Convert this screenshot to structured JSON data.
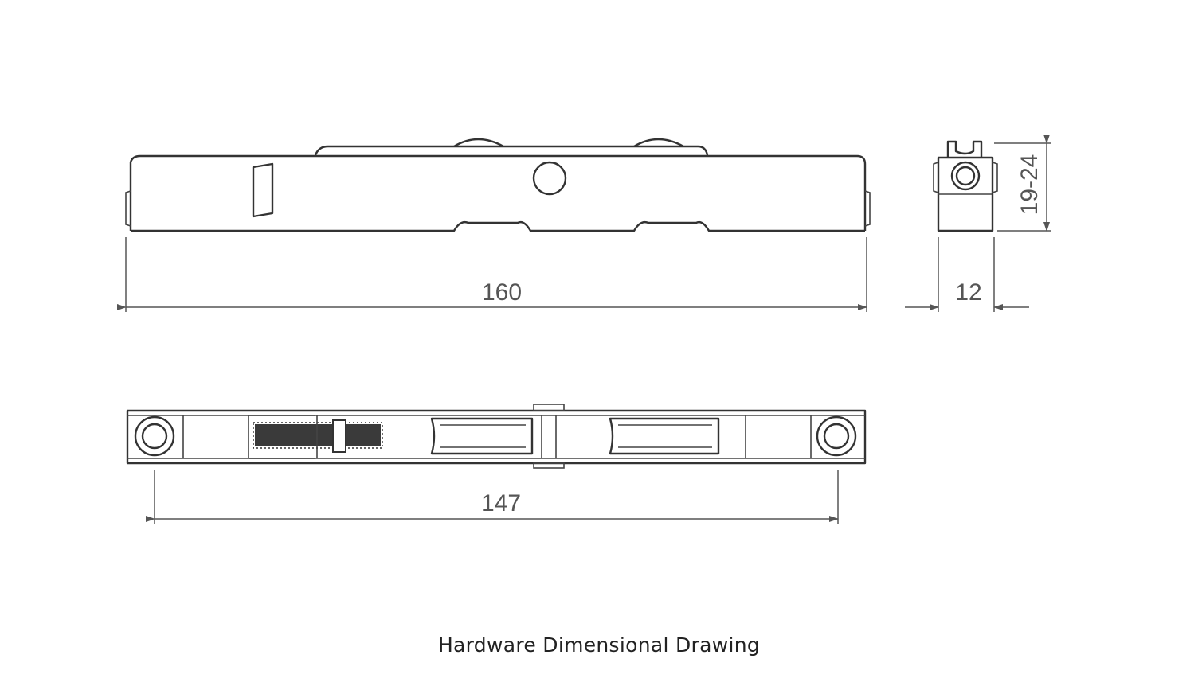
{
  "caption": "Hardware Dimensional Drawing",
  "dimensions": {
    "side_length": "160",
    "end_width": "12",
    "end_height": "19-24",
    "bottom_length": "147"
  }
}
